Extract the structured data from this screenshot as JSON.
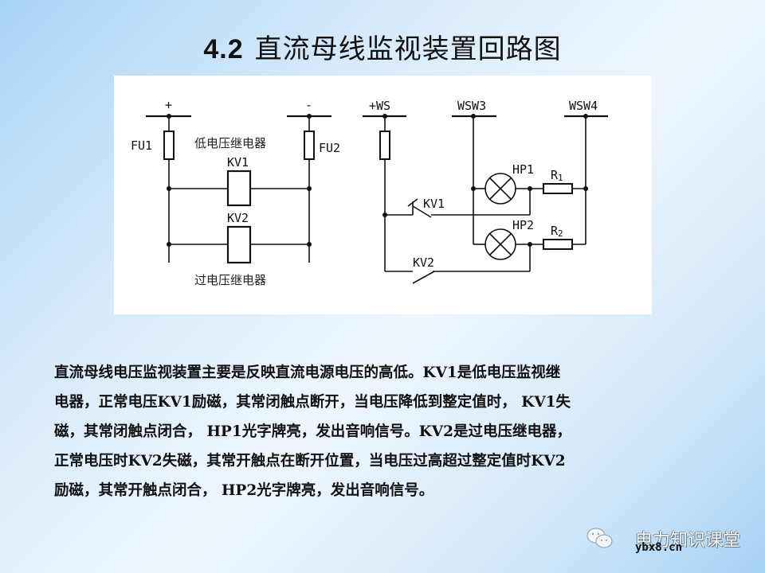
{
  "title": {
    "number": "4.2",
    "text": "直流母线监视装置回路图"
  },
  "diagram": {
    "left_circuit": {
      "positive_bus_label": "+",
      "negative_bus_label": "-",
      "fuse_left_label": "FU1",
      "fuse_right_label": "FU2",
      "undervoltage_relay_caption": "低电压继电器",
      "relay1_label": "KV1",
      "relay2_label": "KV2",
      "overvoltage_relay_caption": "过电压继电器"
    },
    "right_circuit": {
      "bus_ws_label": "+WS",
      "bus_wsw3_label": "WSW3",
      "bus_wsw4_label": "WSW4",
      "lamp1_label": "HP1",
      "lamp2_label": "HP2",
      "resistor1_label": "R",
      "resistor1_sub": "1",
      "resistor2_label": "R",
      "resistor2_sub": "2",
      "contact1_label": "KV1",
      "contact2_label": "KV2"
    }
  },
  "description": {
    "lines": [
      "直流母线电压监视装置主要是反映直流电源电压的高低。KV1是低电压监视继",
      "电器，正常电压KV1励磁，其常闭触点断开，当电压降低到整定值时， KV1失",
      "磁，其常闭触点闭合， HP1光字牌亮，发出音响信号。KV2是过电压继电器，",
      "正常电压时KV2失磁，其常开触点在断开位置，当电压过高超过整定值时KV2",
      "励磁，其常开触点闭合， HP2光字牌亮，发出音响信号。"
    ]
  },
  "watermark": {
    "icon": "wechat-icon",
    "text": "电力知识课堂",
    "url": "ybx8.cn"
  }
}
